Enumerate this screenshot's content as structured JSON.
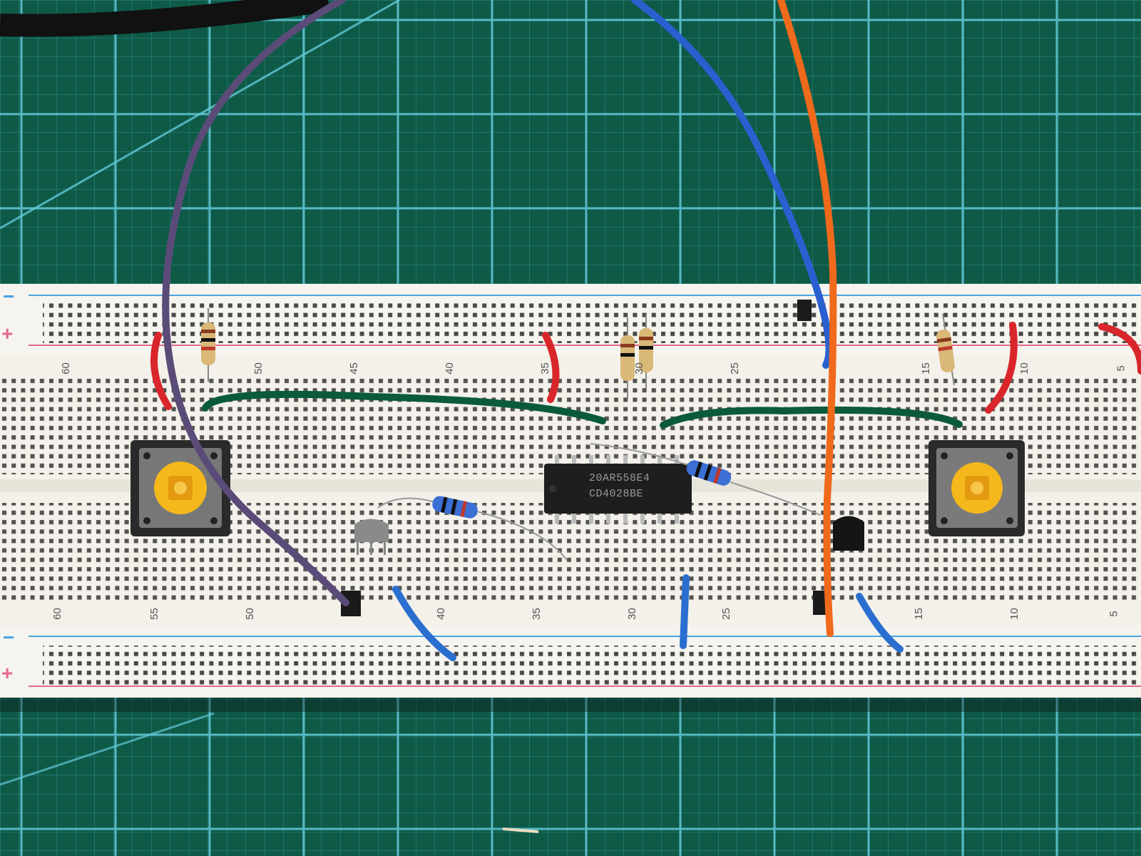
{
  "breadboard": {
    "column_numbers_top": [
      "60",
      "50",
      "45",
      "40",
      "35",
      "30",
      "25",
      "15",
      "10",
      "5"
    ],
    "column_numbers_bottom": [
      "60",
      "55",
      "50",
      "40",
      "35",
      "30",
      "25",
      "15",
      "10",
      "5"
    ],
    "rail_minus_symbol": "−",
    "rail_plus_symbol": "+"
  },
  "chip": {
    "line1": "20AR558E4",
    "line2": "CD4028BE"
  },
  "colors": {
    "mat": "#0e5a47",
    "grid": "#5fc8d8",
    "board": "#f3f1ea",
    "wire_red": "#d8262a",
    "wire_green": "#0b5a3c",
    "wire_blue": "#2a6fd0",
    "wire_orange": "#f06a1c",
    "wire_purple": "#5b4b78",
    "button_cap": "#f4b81c"
  }
}
